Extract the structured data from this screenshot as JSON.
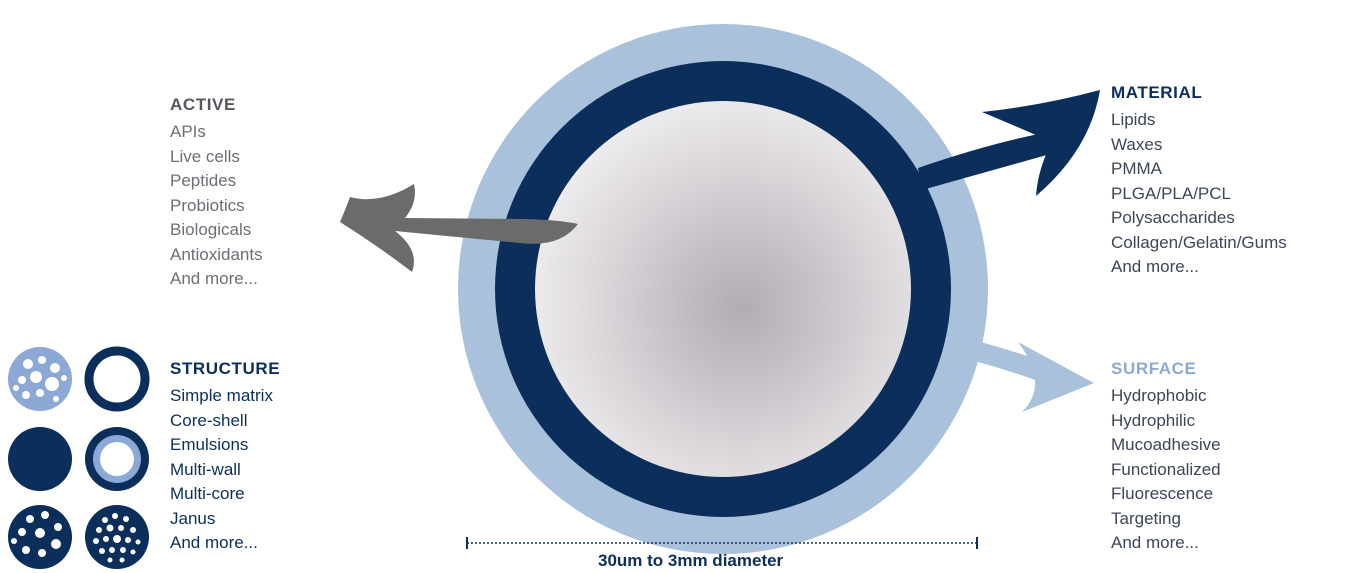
{
  "colors": {
    "navy": "#0b2f5a",
    "light_blue": "#a9c1db",
    "gray_arrow": "#6b6b6b",
    "surface_blue": "#8ba9d4",
    "core_gray": "#c9c4ca"
  },
  "active": {
    "heading": "ACTIVE",
    "items": [
      "APIs",
      "Live cells",
      "Peptides",
      "Probiotics",
      "Biologicals",
      "Antioxidants",
      "And more..."
    ]
  },
  "material": {
    "heading": "MATERIAL",
    "items": [
      "Lipids",
      "Waxes",
      "PMMA",
      "PLGA/PLA/PCL",
      "Polysaccharides",
      "Collagen/Gelatin/Gums",
      "And more..."
    ]
  },
  "structure": {
    "heading": "STRUCTURE",
    "items": [
      "Simple matrix",
      "Core-shell",
      "Emulsions",
      "Multi-wall",
      "Multi-core",
      "Janus",
      "And more..."
    ],
    "icons": [
      "simple-matrix-icon",
      "core-shell-icon",
      "emulsion-icon",
      "multi-wall-icon",
      "multi-core-icon",
      "janus-icon"
    ]
  },
  "surface": {
    "heading": "SURFACE",
    "items": [
      "Hydrophobic",
      "Hydrophilic",
      "Mucoadhesive",
      "Functionalized",
      "Fluorescence",
      "Targeting",
      "And more..."
    ]
  },
  "size_label": "30um to 3mm diameter"
}
